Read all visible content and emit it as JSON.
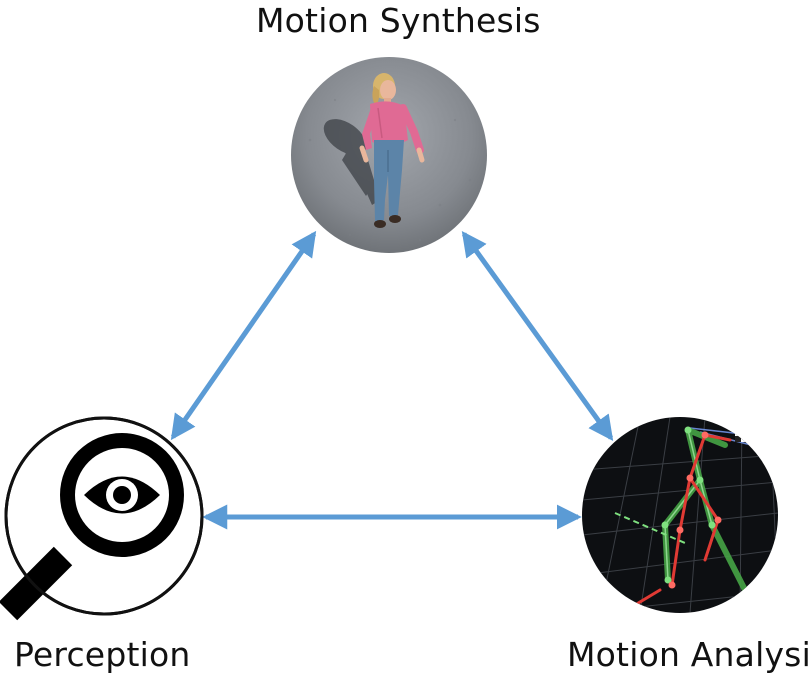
{
  "nodes": {
    "synthesis": {
      "label": "Motion Synthesis"
    },
    "perception": {
      "label": "Perception"
    },
    "analysis": {
      "label": "Motion Analysis"
    }
  },
  "edges": [
    {
      "from": "synthesis",
      "to": "perception",
      "direction": "bidirectional"
    },
    {
      "from": "synthesis",
      "to": "analysis",
      "direction": "bidirectional"
    },
    {
      "from": "perception",
      "to": "analysis",
      "direction": "bidirectional"
    }
  ],
  "colors": {
    "arrow": "#5b9bd5",
    "text": "#111111",
    "ground": "#8e9298",
    "analysis_bg": "#0d0f12",
    "skeleton_red": "#e03a34",
    "skeleton_green": "#46a546"
  },
  "icons": {
    "synthesis": "walking-woman-render",
    "perception": "magnifier-eye-icon",
    "analysis": "skeleton-plot-render"
  }
}
